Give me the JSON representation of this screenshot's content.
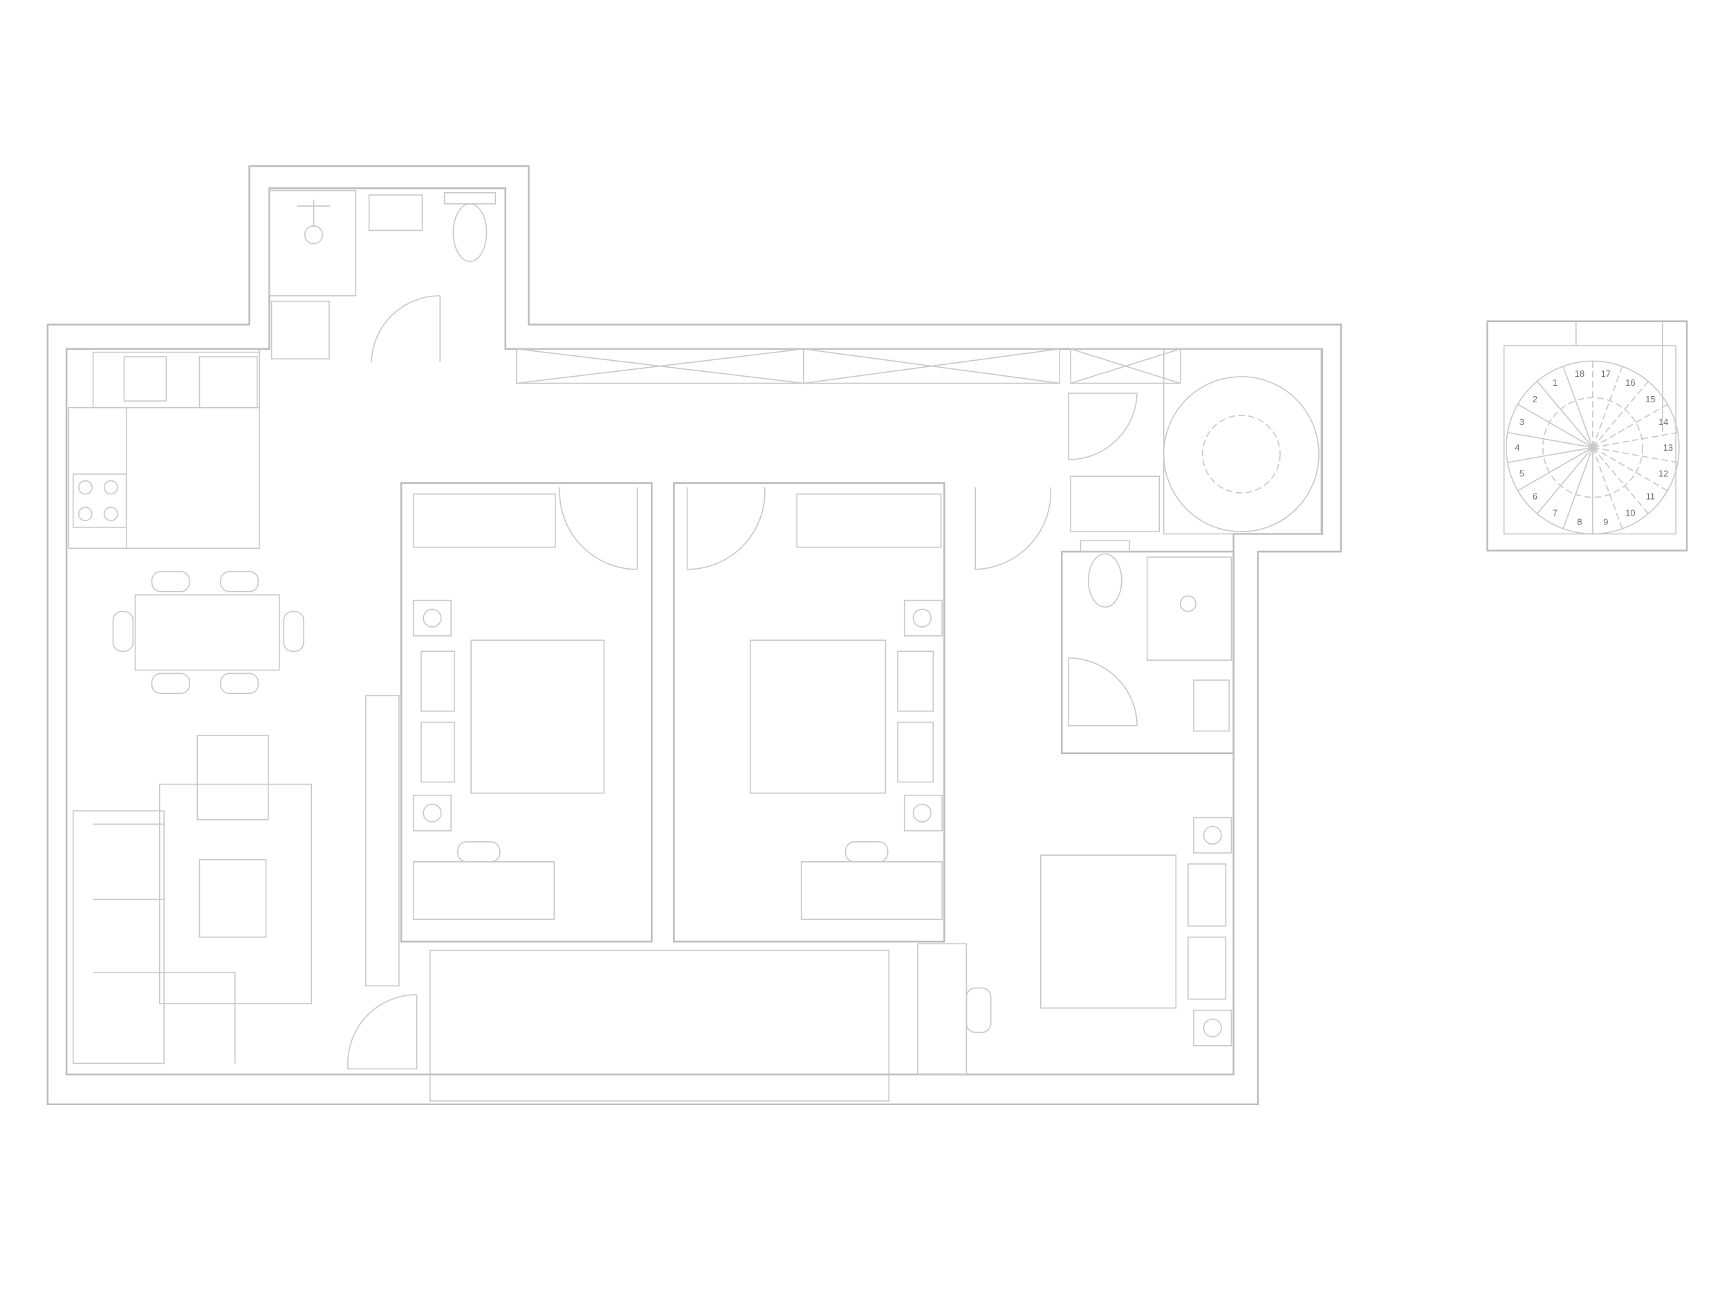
{
  "plan": {
    "line_color": "#efefef",
    "stair_steps": [
      "1",
      "2",
      "3",
      "4",
      "5",
      "6",
      "7",
      "8",
      "9",
      "10",
      "11",
      "12",
      "13",
      "14",
      "15",
      "16",
      "17",
      "18"
    ]
  }
}
